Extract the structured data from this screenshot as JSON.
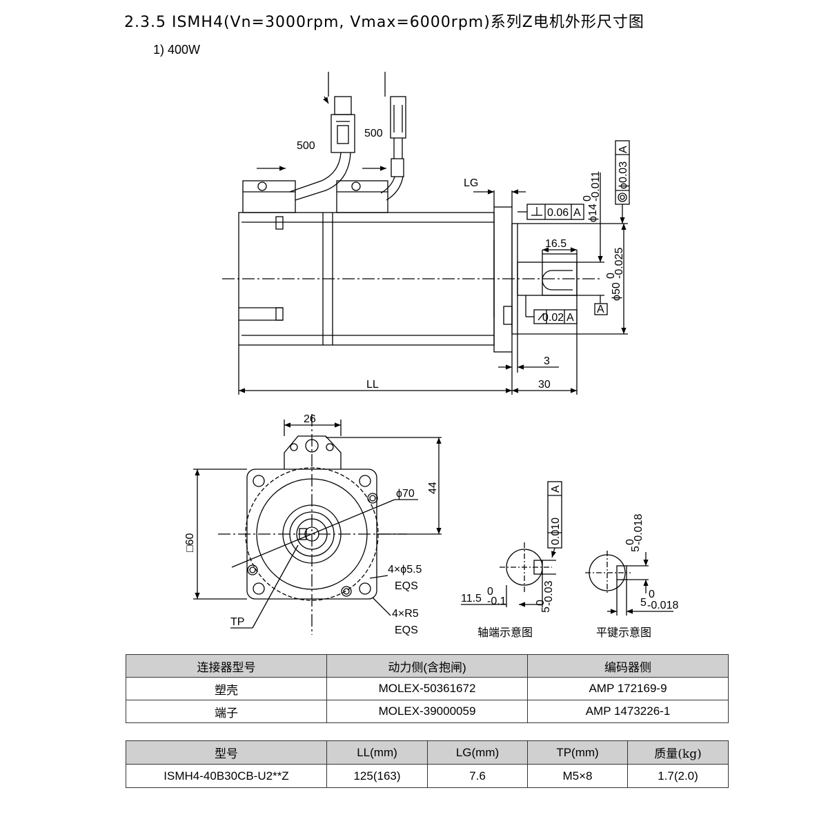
{
  "heading": "2.3.5 ISMH4(Vn=3000rpm, Vmax=6000rpm)系列Z电机外形尺寸图",
  "subheading": "1)  400W",
  "side_view": {
    "cable_length_power": "500",
    "cable_length_encoder": "500",
    "lg_label": "LG",
    "ll_label": "LL",
    "perpendicularity_value": "0.06",
    "perpendicularity_datum": "A",
    "runout_value": "0.02",
    "runout_datum": "A",
    "concentricity_value": "ϕ0.03",
    "concentricity_datum": "A",
    "datum_label": "A",
    "shaft_diameter": "ϕ14",
    "shaft_tol_upper": "0",
    "shaft_tol_lower": "-0.011",
    "pilot_diameter": "ϕ50",
    "pilot_tol_upper": "0",
    "pilot_tol_lower": "-0.025",
    "key_length": "16.5",
    "flange_thickness": "3",
    "shaft_length": "30"
  },
  "front_view": {
    "connector_width": "26",
    "connector_height": "44",
    "bolt_circle": "ϕ70",
    "flange_square": "□60",
    "holes": "4×ϕ5.5",
    "holes_eqs": "EQS",
    "corner_radius": "4×R5",
    "corner_eqs": "EQS",
    "tp_label": "TP"
  },
  "shaft_end_view": {
    "caption": "轴端示意图",
    "runout_value": "0.010",
    "runout_datum": "A",
    "dim_a": "11.5",
    "dim_a_upper": "0",
    "dim_a_lower": "-0.1",
    "dim_b": "5",
    "dim_b_upper": "0",
    "dim_b_lower": "-0.03"
  },
  "key_view": {
    "caption": "平键示意图",
    "key_height": "5",
    "key_height_upper": "0",
    "key_height_lower": "-0.018",
    "key_width": "5",
    "key_width_upper": "0",
    "key_width_lower": "-0.018"
  },
  "connector_table": {
    "headers": [
      "连接器型号",
      "动力侧(含抱闸)",
      "编码器侧"
    ],
    "rows": [
      [
        "塑壳",
        "MOLEX-50361672",
        "AMP 172169-9"
      ],
      [
        "端子",
        "MOLEX-39000059",
        "AMP 1473226-1"
      ]
    ]
  },
  "model_table": {
    "headers": [
      "型号",
      "LL(mm)",
      "LG(mm)",
      "TP(mm)",
      "质量(kg)"
    ],
    "rows": [
      [
        "ISMH4-40B30CB-U2**Z",
        "125(163)",
        "7.6",
        "M5×8",
        "1.7(2.0)"
      ]
    ]
  }
}
